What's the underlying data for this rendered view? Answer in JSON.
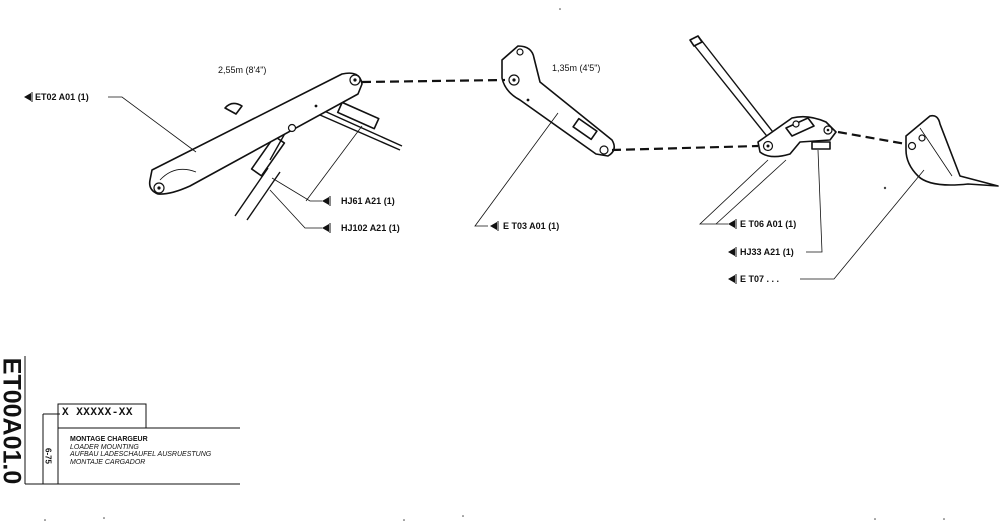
{
  "document": {
    "number": "ET00A01.0",
    "date": "6-75",
    "reference_code": "X XXXXX-XX",
    "titles": [
      "MONTAGE CHARGEUR",
      "LOADER MOUNTING",
      "AUFBAU LADESCHAUFEL AUSRUESTUNG",
      "MONTAJE CARGADOR"
    ]
  },
  "dimensions": {
    "arm": "2,55m  (8'4\")",
    "dipper": "1,35m  (4'5\")"
  },
  "callouts": [
    {
      "id": "et02",
      "text": "ET02 A01 (1)"
    },
    {
      "id": "hj61",
      "text": "HJ61  A21  (1)"
    },
    {
      "id": "hj102",
      "text": "HJ102  A21 (1)"
    },
    {
      "id": "et03",
      "text": "E T03  A01 (1)"
    },
    {
      "id": "et06",
      "text": "E T06  A01 (1)"
    },
    {
      "id": "hj33",
      "text": "HJ33  A21  (1)"
    },
    {
      "id": "et07",
      "text": "E T07  . . ."
    }
  ],
  "icons": {
    "callout_marker": "triangle-pointer-icon"
  }
}
